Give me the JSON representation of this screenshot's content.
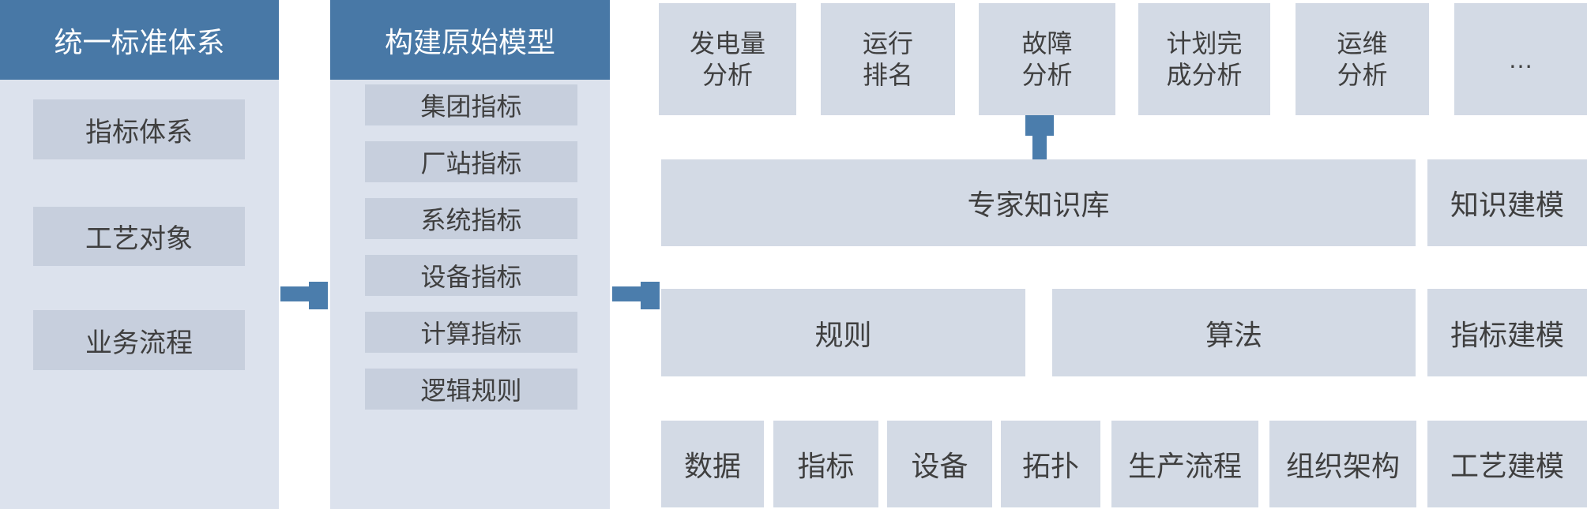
{
  "colors": {
    "blue_header": "#4878a6",
    "blue_arrow": "#4b7dac",
    "column_bg": "#dce2ed",
    "item_box": "#c7cfdd",
    "panel_box": "#d3dae5",
    "text_dark": "#3f3f3f",
    "header_text": "#ffffff"
  },
  "left_column": {
    "title": "统一标准体系",
    "items": [
      "指标体系",
      "工艺对象",
      "业务流程"
    ]
  },
  "model_column": {
    "title": "构建原始模型",
    "items": [
      "集团指标",
      "厂站指标",
      "系统指标",
      "设备指标",
      "计算指标",
      "逻辑规则"
    ]
  },
  "analysis_row": {
    "items": [
      {
        "line1": "发电量",
        "line2": "分析"
      },
      {
        "line1": "运行",
        "line2": "排名"
      },
      {
        "line1": "故障",
        "line2": "分析"
      },
      {
        "line1": "计划完",
        "line2": "成分析"
      },
      {
        "line1": "运维",
        "line2": "分析"
      },
      {
        "line1": "…",
        "line2": ""
      }
    ]
  },
  "knowledge_row": {
    "expert_kb": "专家知识库",
    "side": "知识建模"
  },
  "logic_row": {
    "rules": "规则",
    "algorithms": "算法",
    "side": "指标建模"
  },
  "foundation_row": {
    "items": [
      "数据",
      "指标",
      "设备",
      "拓扑",
      "生产流程",
      "组织架构"
    ],
    "side": "工艺建模"
  },
  "icons": {
    "right_arrow": "blocky right arrow",
    "up_connector": "blocky up connector"
  }
}
